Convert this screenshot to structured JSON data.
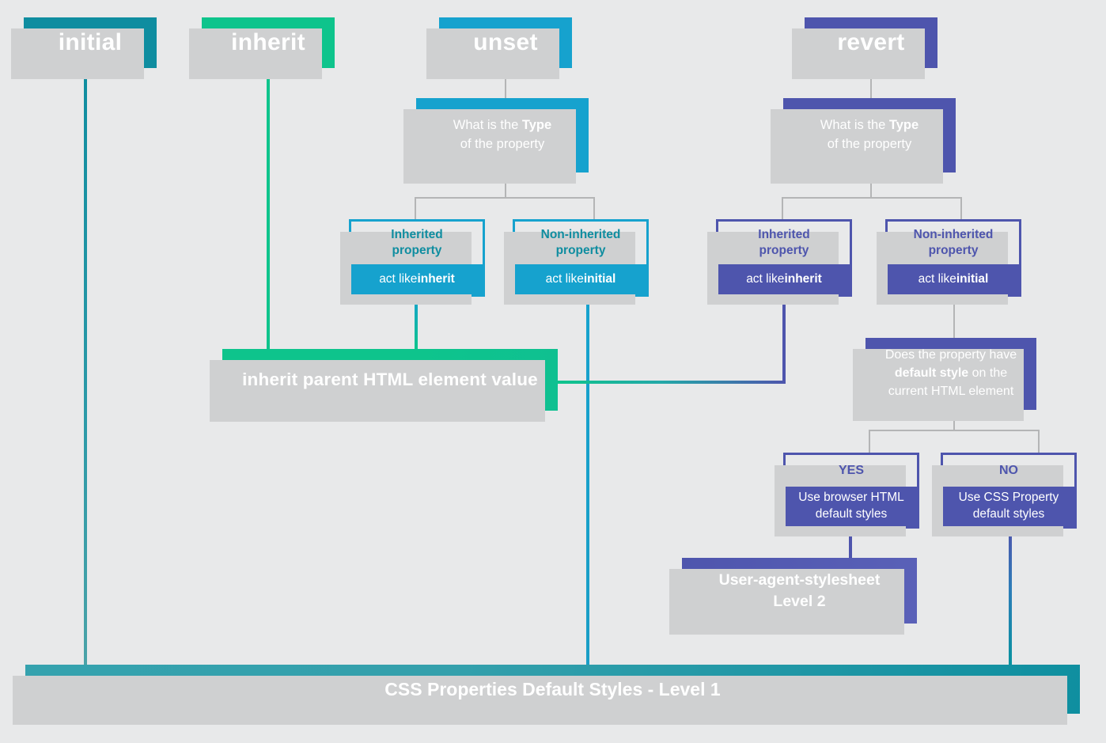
{
  "diagram": {
    "title_boxes": [
      {
        "id": "initial",
        "label": "initial",
        "color": "#0f8da0"
      },
      {
        "id": "inherit",
        "label": "inherit",
        "color": "#0ec48c"
      },
      {
        "id": "unset",
        "label": "unset",
        "color": "#16a2ce"
      },
      {
        "id": "revert",
        "label": "revert",
        "color": "#4e55ad"
      }
    ],
    "question_unset": {
      "line1_pre": "What is the ",
      "line1_strong": "Type",
      "line2": "of the property"
    },
    "question_revert": {
      "line1_pre": "What is the ",
      "line1_strong": "Type",
      "line2": "of the property"
    },
    "unset_branches": [
      {
        "head": "Inherited\nproperty",
        "body_pre": "act like ",
        "body_strong": "inherit"
      },
      {
        "head": "Non-inherited\nproperty",
        "body_pre": "act like ",
        "body_strong": "initial"
      }
    ],
    "revert_branches": [
      {
        "head": "Inherited\nproperty",
        "body_pre": "act like ",
        "body_strong": "inherit"
      },
      {
        "head": "Non-inherited\nproperty",
        "body_pre": "act like ",
        "body_strong": "initial"
      }
    ],
    "inherit_result": "inherit parent HTML element value",
    "default_style_question": {
      "line1": "Does the property have",
      "line2_strong": "default style",
      "line2_post": " on the",
      "line3": "current HTML element"
    },
    "yes_no": [
      {
        "head": "YES",
        "body": "Use browser HTML\ndefault styles"
      },
      {
        "head": "NO",
        "body": "Use CSS Property\ndefault styles"
      }
    ],
    "ua_stylesheet": {
      "line1": "User-agent-stylesheet",
      "line2": "Level 2"
    },
    "bottom_bar": "CSS Properties Default Styles - Level 1",
    "colors": {
      "background": "#e8e9ea",
      "teal_dark": "#0f8da0",
      "green": "#0ec48c",
      "blue": "#16a2ce",
      "purple": "#4e55ad",
      "bar_teal": "#34a0ac",
      "connector_gray": "#b4b5b6",
      "shadow_gray": "#cfd0d1"
    }
  }
}
